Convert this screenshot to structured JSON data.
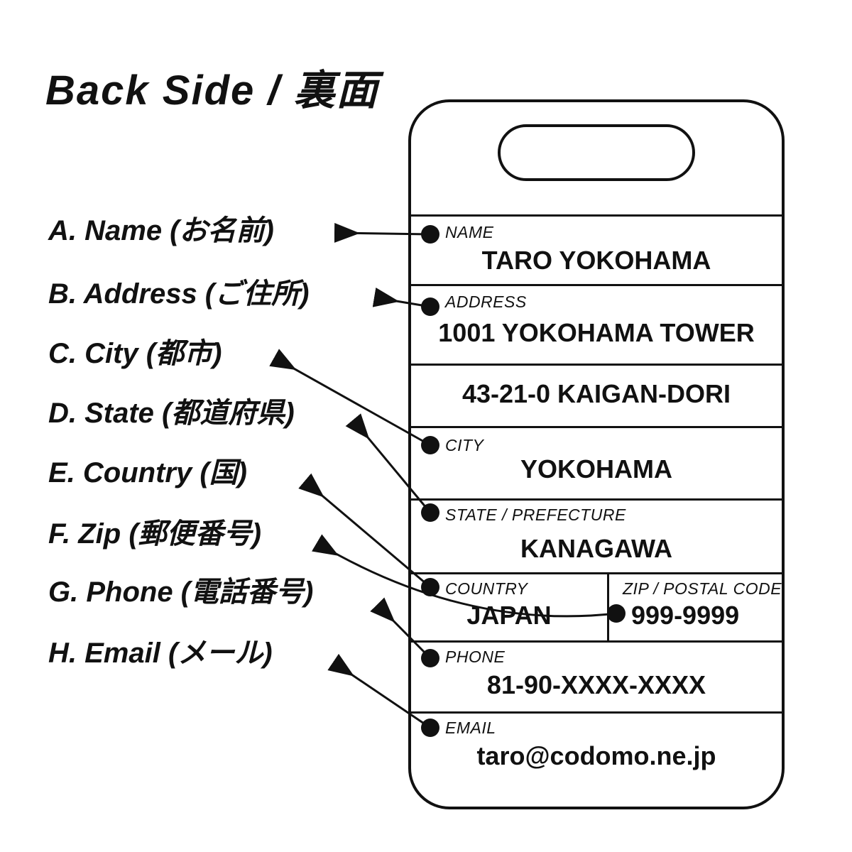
{
  "title": "Back Side / 裏面",
  "colors": {
    "ink": "#111111",
    "background": "#ffffff"
  },
  "legend": {
    "items": [
      {
        "id": "A",
        "label": "A. Name (お名前)"
      },
      {
        "id": "B",
        "label": "B. Address (ご住所)"
      },
      {
        "id": "C",
        "label": "C. City (都市)"
      },
      {
        "id": "D",
        "label": "D. State (都道府県)"
      },
      {
        "id": "E",
        "label": "E. Country (国)"
      },
      {
        "id": "F",
        "label": "F. Zip (郵便番号)"
      },
      {
        "id": "G",
        "label": "G. Phone (電話番号)"
      },
      {
        "id": "H",
        "label": "H. Email (メール)"
      }
    ]
  },
  "tag": {
    "name": {
      "label": "NAME",
      "value": "TARO YOKOHAMA"
    },
    "address": {
      "label": "ADDRESS",
      "line1": "1001 YOKOHAMA TOWER",
      "line2": "43-21-0 KAIGAN-DORI"
    },
    "city": {
      "label": "CITY",
      "value": "YOKOHAMA"
    },
    "state": {
      "label": "STATE / PREFECTURE",
      "value": "KANAGAWA"
    },
    "country": {
      "label": "COUNTRY",
      "value": "JAPAN"
    },
    "zip": {
      "label": "ZIP / POSTAL CODE",
      "value": "999-9999"
    },
    "phone": {
      "label": "PHONE",
      "value": "81-90-XXXX-XXXX"
    },
    "email": {
      "label": "EMAIL",
      "value": "taro@codomo.ne.jp"
    }
  }
}
